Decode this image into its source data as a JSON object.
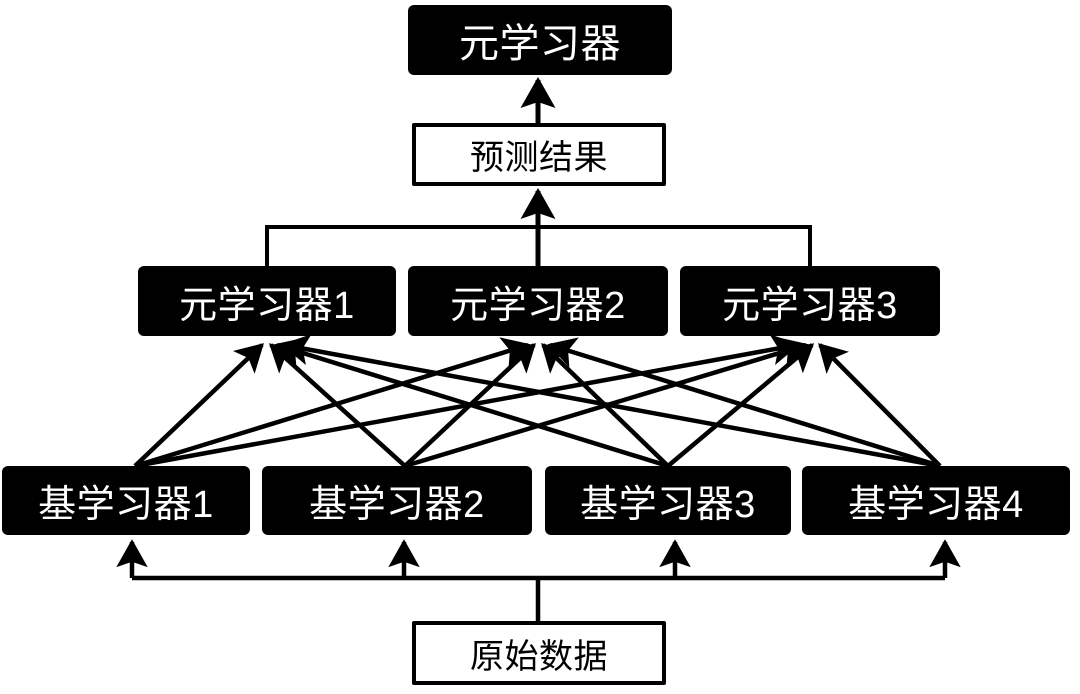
{
  "diagram": {
    "title_text": "",
    "colors": {
      "background": "#ffffff",
      "solid_fill": "#000000",
      "solid_text": "#ffffff",
      "outline_stroke": "#000000",
      "outline_text": "#000000",
      "wire": "#000000"
    },
    "nodes": {
      "meta_top": {
        "label": "元学习器",
        "style": "solid"
      },
      "prediction": {
        "label": "预测结果",
        "style": "outline"
      },
      "meta_1": {
        "label": "元学习器1",
        "style": "solid"
      },
      "meta_2": {
        "label": "元学习器2",
        "style": "solid"
      },
      "meta_3": {
        "label": "元学习器3",
        "style": "solid"
      },
      "base_1": {
        "label": "基学习器1",
        "style": "solid"
      },
      "base_2": {
        "label": "基学习器2",
        "style": "solid"
      },
      "base_3": {
        "label": "基学习器3",
        "style": "solid"
      },
      "base_4": {
        "label": "基学习器4",
        "style": "solid"
      },
      "raw_data": {
        "label": "原始数据",
        "style": "outline"
      }
    },
    "edges": [
      {
        "from": "prediction",
        "to": "meta_top",
        "kind": "arrow"
      },
      {
        "from": "meta_1",
        "to": "prediction",
        "kind": "bus"
      },
      {
        "from": "meta_2",
        "to": "prediction",
        "kind": "bus"
      },
      {
        "from": "meta_3",
        "to": "prediction",
        "kind": "bus"
      },
      {
        "from": "base_1",
        "to": "meta_1",
        "kind": "arrow"
      },
      {
        "from": "base_1",
        "to": "meta_2",
        "kind": "arrow"
      },
      {
        "from": "base_1",
        "to": "meta_3",
        "kind": "arrow"
      },
      {
        "from": "base_2",
        "to": "meta_1",
        "kind": "arrow"
      },
      {
        "from": "base_2",
        "to": "meta_2",
        "kind": "arrow"
      },
      {
        "from": "base_2",
        "to": "meta_3",
        "kind": "arrow"
      },
      {
        "from": "base_3",
        "to": "meta_1",
        "kind": "arrow"
      },
      {
        "from": "base_3",
        "to": "meta_2",
        "kind": "arrow"
      },
      {
        "from": "base_3",
        "to": "meta_3",
        "kind": "arrow"
      },
      {
        "from": "base_4",
        "to": "meta_1",
        "kind": "arrow"
      },
      {
        "from": "base_4",
        "to": "meta_2",
        "kind": "arrow"
      },
      {
        "from": "base_4",
        "to": "meta_3",
        "kind": "arrow"
      },
      {
        "from": "raw_data",
        "to": "base_1",
        "kind": "bus-arrow"
      },
      {
        "from": "raw_data",
        "to": "base_2",
        "kind": "bus-arrow"
      },
      {
        "from": "raw_data",
        "to": "base_3",
        "kind": "bus-arrow"
      },
      {
        "from": "raw_data",
        "to": "base_4",
        "kind": "bus-arrow"
      }
    ]
  }
}
